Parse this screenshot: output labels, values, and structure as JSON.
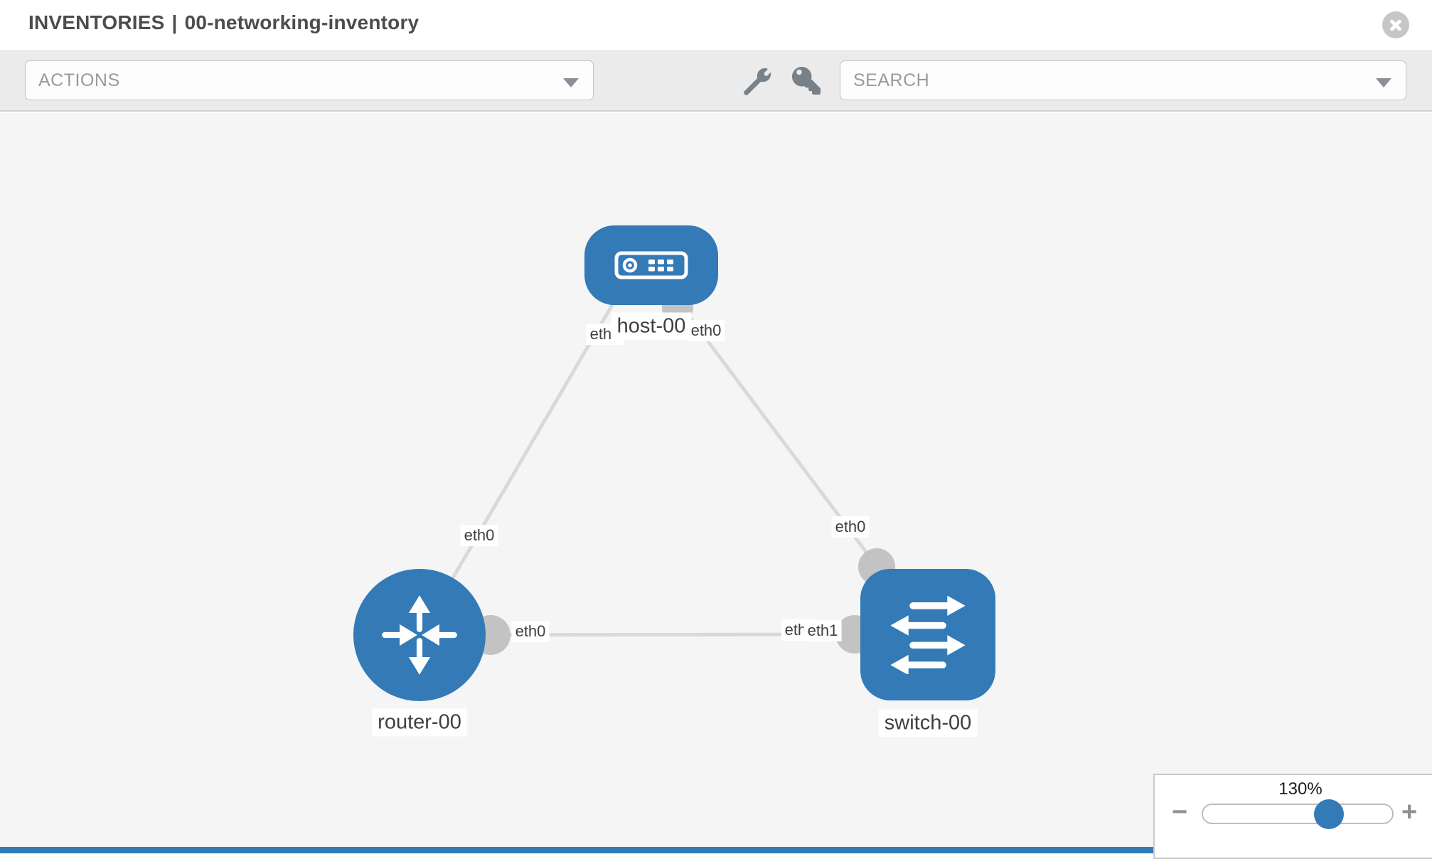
{
  "header": {
    "section": "INVENTORIES",
    "separator": "|",
    "inventory_name": "00-networking-inventory"
  },
  "toolbar": {
    "actions_dropdown": {
      "label": "ACTIONS"
    },
    "search_dropdown": {
      "label": "SEARCH"
    },
    "icons": [
      "wrench-icon",
      "key-icon",
      "caret-down-icon"
    ]
  },
  "topology": {
    "nodes": [
      {
        "id": "host-00",
        "type": "host",
        "label": "host-00"
      },
      {
        "id": "router-00",
        "type": "router",
        "label": "router-00"
      },
      {
        "id": "switch-00",
        "type": "switch",
        "label": "switch-00"
      }
    ],
    "links": [
      {
        "from": "host-00",
        "to": "router-00",
        "from_interface": "eth0",
        "to_interface": "eth0"
      },
      {
        "from": "host-00",
        "to": "switch-00",
        "from_interface": "eth0",
        "to_interface": "eth0"
      },
      {
        "from": "router-00",
        "to": "switch-00",
        "from_interface": "eth0",
        "to_interface": "eth1"
      }
    ],
    "port_labels": [
      {
        "text": "eth0"
      },
      {
        "text": "eth0"
      },
      {
        "text": "eth0"
      },
      {
        "text": "eth0"
      },
      {
        "text": "eth0"
      },
      {
        "text": "eth1"
      },
      {
        "text": "eth1"
      }
    ]
  },
  "zoom_control": {
    "level": "130%",
    "minus_label": "−",
    "plus_label": "+"
  },
  "colors": {
    "node_blue": "#337ab7",
    "port_gray": "#c3c3c3",
    "edge_gray": "#d9d9d9",
    "canvas_bg": "#f5f5f5",
    "toolbar_bg": "#ebebeb"
  }
}
